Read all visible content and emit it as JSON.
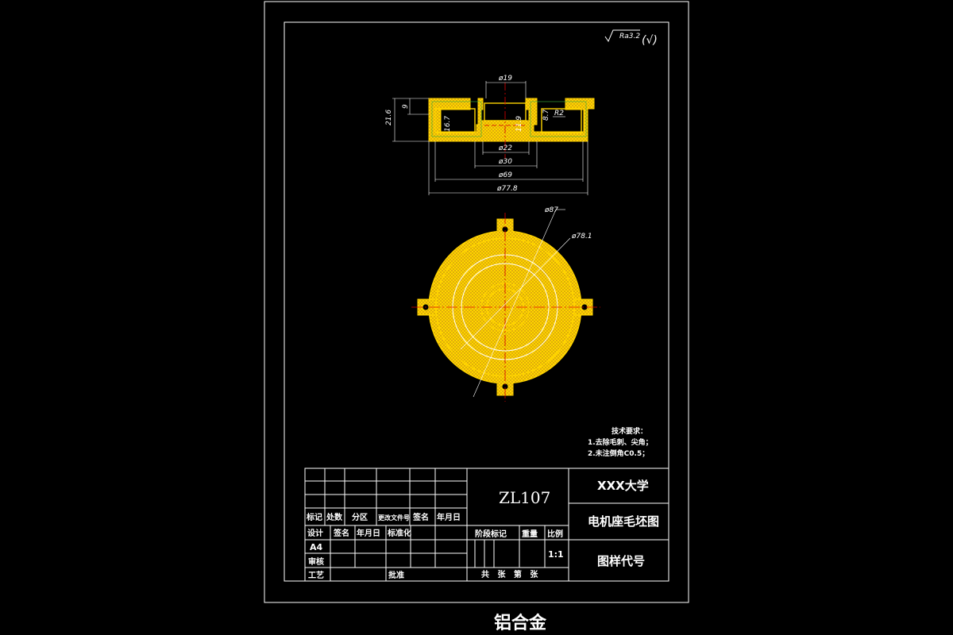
{
  "colors": {
    "background": "#000000",
    "line": "#ffffff",
    "section": "#ffd400",
    "center_line": "#e00000",
    "leader": "#3fb83f"
  },
  "roughness": {
    "main": "Ra3.2",
    "other": "(√)"
  },
  "section_view": {
    "dims": {
      "d19": "ø19",
      "d22": "ø22",
      "d30": "ø30",
      "d69": "ø69",
      "d77": "ø77.8",
      "h21": "21.6",
      "h9": "9",
      "h16": "16.7",
      "h11": "11.9",
      "h8": "8.7",
      "r2": "R2"
    }
  },
  "top_view": {
    "dims": {
      "d87": "ø87",
      "d78": "ø78.1"
    }
  },
  "tech_requirements": {
    "title": "技术要求：",
    "items": [
      "1.去除毛刺、尖角；",
      "2.未注倒角C0.5；"
    ]
  },
  "title_block": {
    "material": "ZL107",
    "school": "XXX大学",
    "drawing_name": "电机座毛坯图",
    "drawing_code": "图样代号",
    "row_labels": {
      "biaoji": "标记",
      "chushu": "处数",
      "fenqu": "分区",
      "gengai": "更改文件号",
      "qianming": "签名",
      "nianyueri": "年月日",
      "sheji": "设计",
      "qianming2": "签名",
      "nianyueri2": "年月日",
      "biaozhunhua": "标准化",
      "size": "A4",
      "shenhe": "审核",
      "gongyi": "工艺",
      "pizhun": "批准"
    },
    "stage_mark": "阶段标记",
    "weight": "重量",
    "scale_label": "比例",
    "scale": "1:1",
    "sheets": "共   张   第   张"
  },
  "caption": "铝合金"
}
